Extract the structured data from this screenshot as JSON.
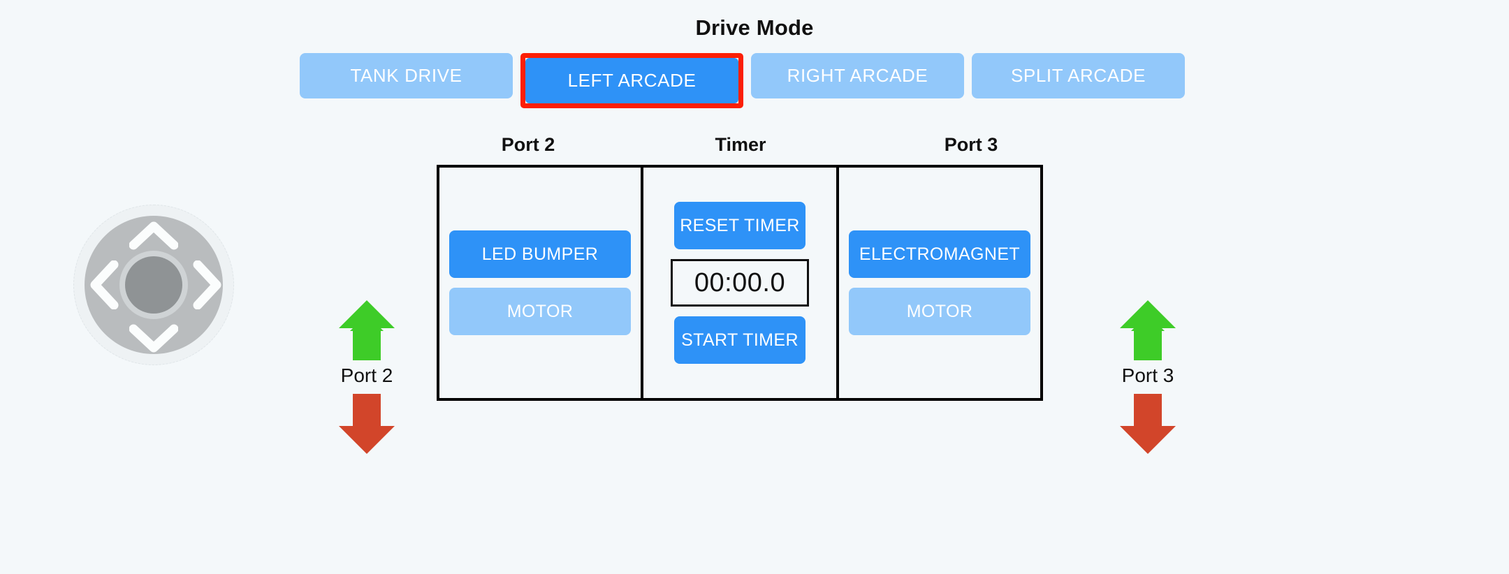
{
  "header": {
    "title": "Drive Mode"
  },
  "drive_modes": [
    {
      "label": "TANK DRIVE",
      "selected": false,
      "active": false
    },
    {
      "label": "LEFT ARCADE",
      "selected": true,
      "active": true
    },
    {
      "label": "RIGHT ARCADE",
      "selected": false,
      "active": false
    },
    {
      "label": "SPLIT ARCADE",
      "selected": false,
      "active": false
    }
  ],
  "columns": {
    "port2": {
      "heading": "Port 2",
      "buttons": [
        {
          "label": "LED BUMPER",
          "state": "active"
        },
        {
          "label": "MOTOR",
          "state": "inactive"
        }
      ]
    },
    "timer": {
      "heading": "Timer",
      "reset_label": "RESET TIMER",
      "readout": "00:00.0",
      "start_label": "START TIMER"
    },
    "port3": {
      "heading": "Port 3",
      "buttons": [
        {
          "label": "ELECTROMAGNET",
          "state": "active"
        },
        {
          "label": "MOTOR",
          "state": "inactive"
        }
      ]
    }
  },
  "port_controls": {
    "left": {
      "caption": "Port 2",
      "up_icon": "green-up-arrow-icon",
      "down_icon": "red-down-arrow-icon"
    },
    "right": {
      "caption": "Port 3",
      "up_icon": "green-up-arrow-icon",
      "down_icon": "red-down-arrow-icon"
    }
  },
  "joystick": {
    "name": "directional-pad",
    "directions": [
      "up",
      "right",
      "down",
      "left"
    ]
  },
  "colors": {
    "background": "#f4f8fa",
    "accent_active": "#2e92f7",
    "accent_inactive": "#92c8fa",
    "selection_outline": "#fc1f05",
    "arrow_up": "#3ecc28",
    "arrow_down": "#d2452a",
    "text_dark": "#111111",
    "panel_border": "#000000"
  }
}
